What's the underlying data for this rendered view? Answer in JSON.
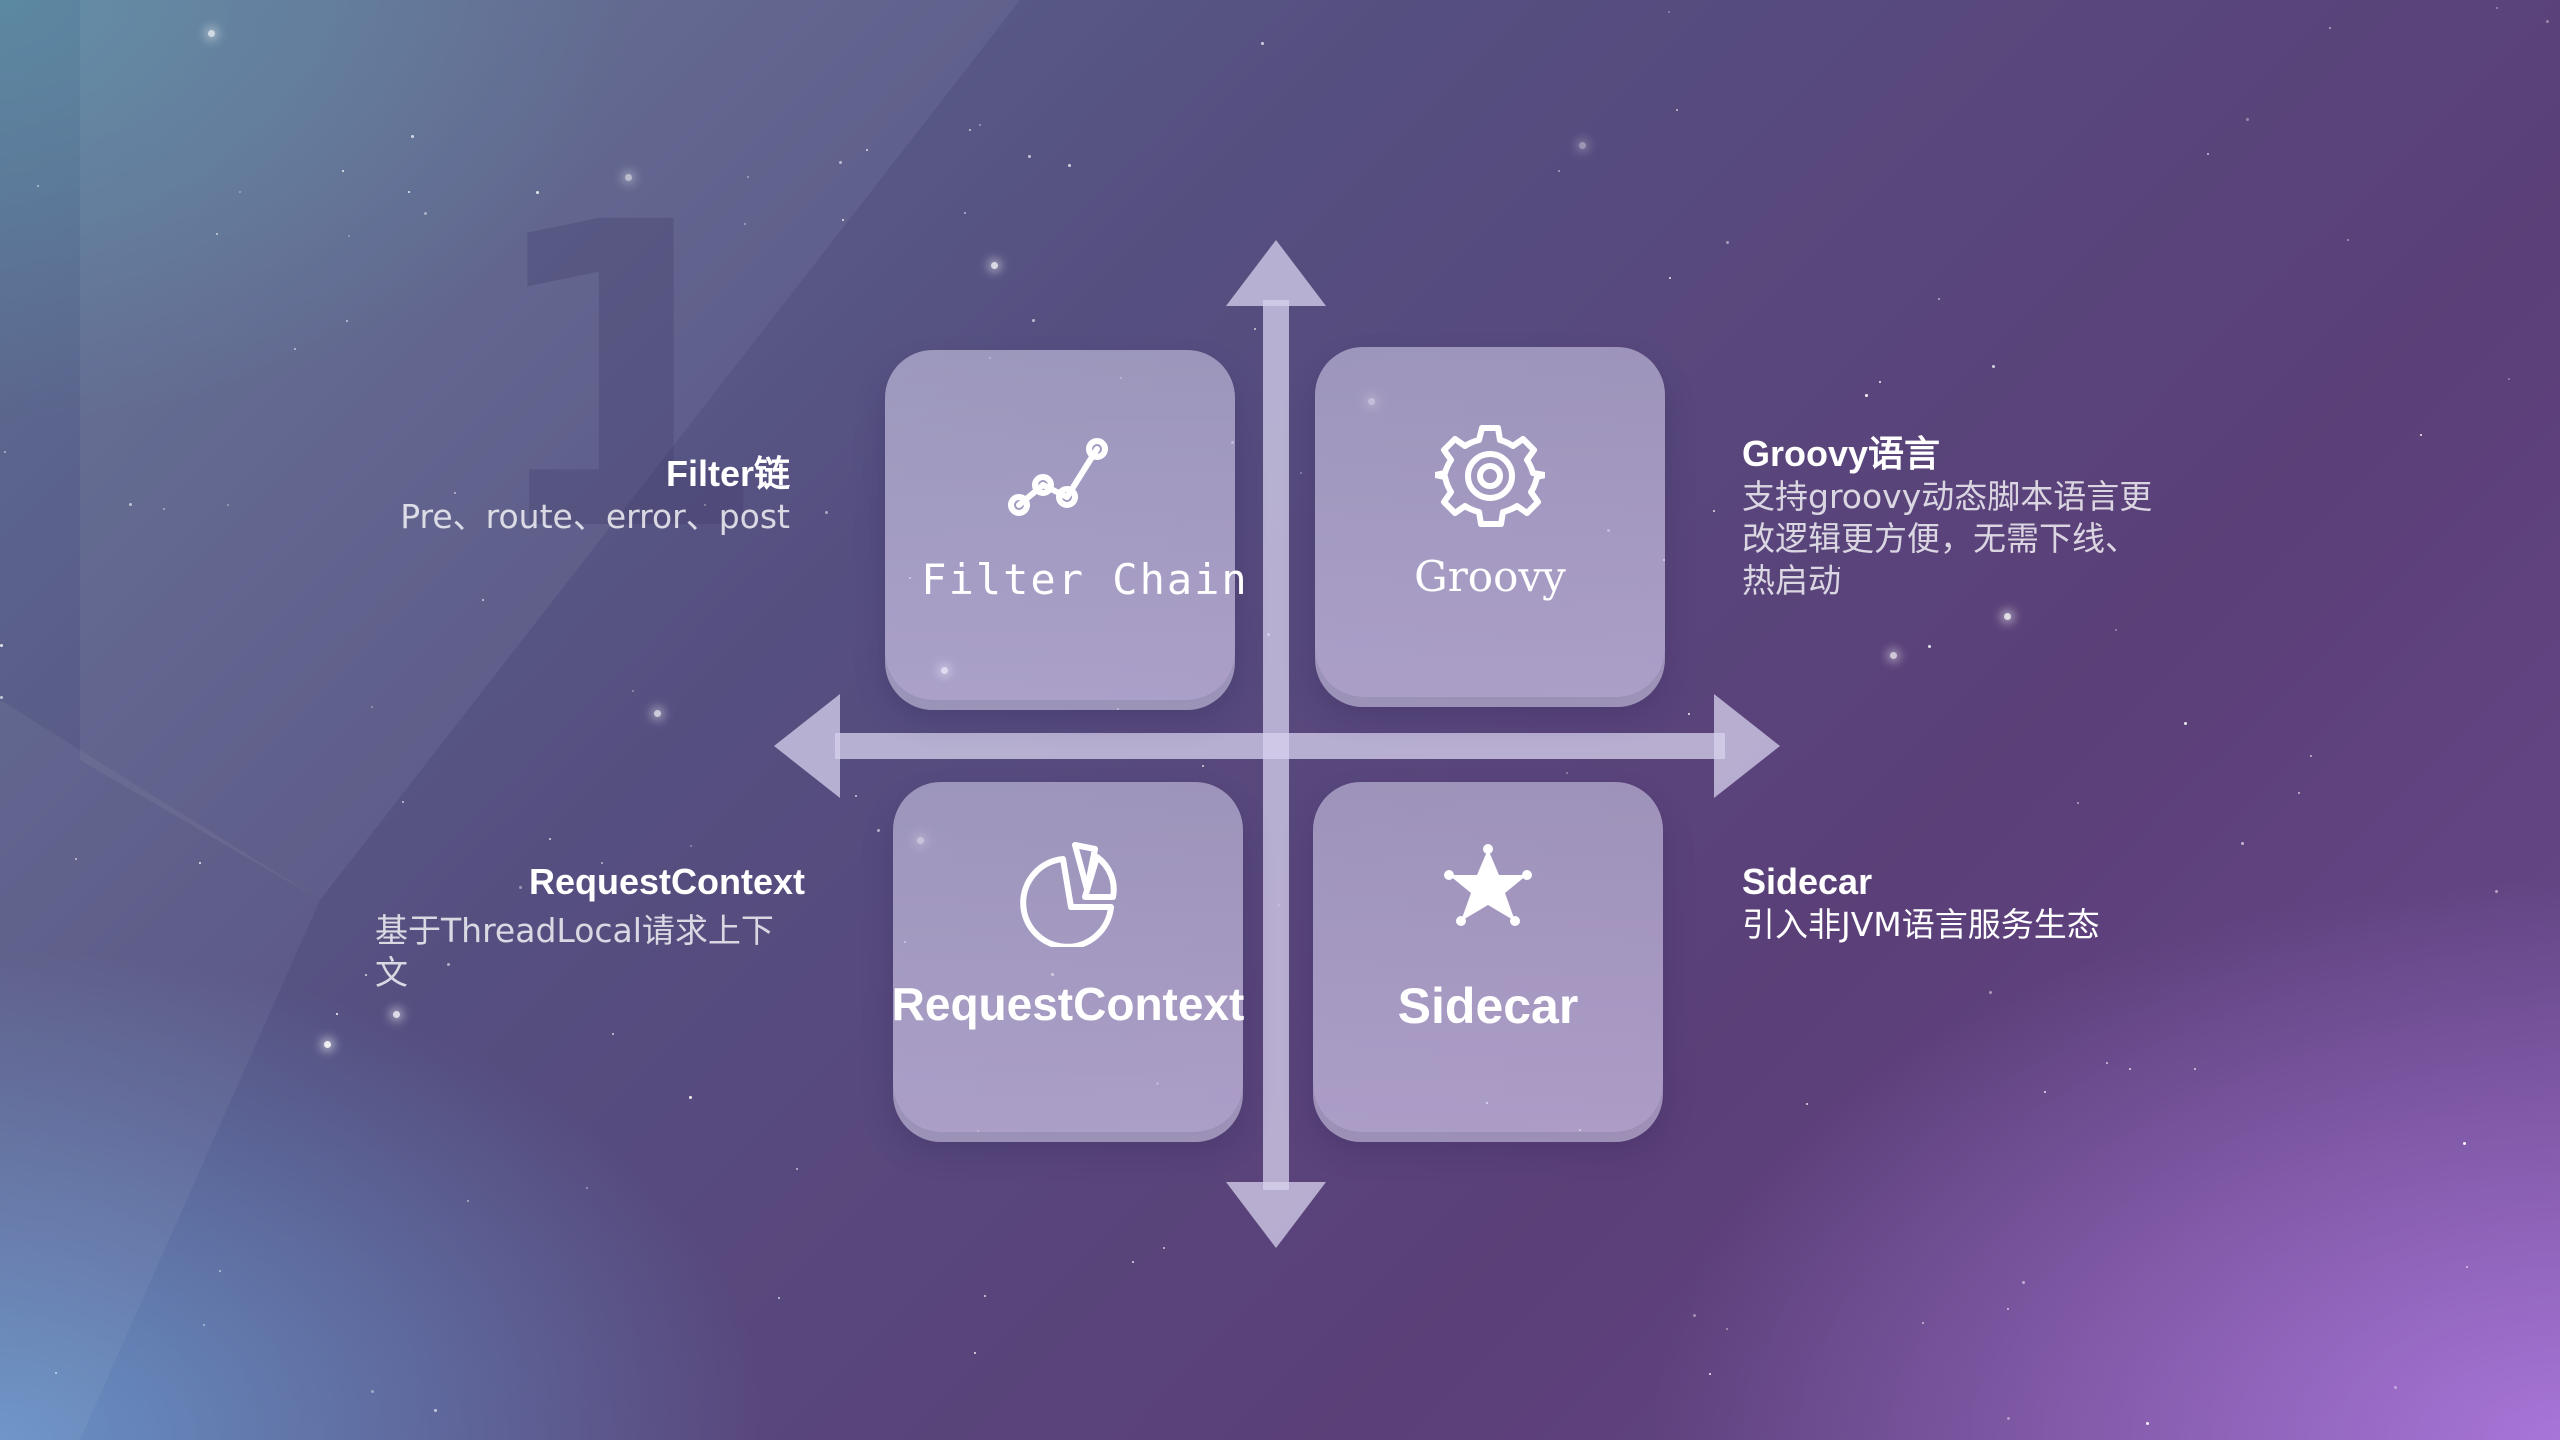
{
  "cards": {
    "filter_chain": {
      "title": "Filter Chain",
      "icon": "line-chart-icon"
    },
    "groovy": {
      "title": "Groovy",
      "icon": "gear-icon"
    },
    "request_context": {
      "title": "RequestContext",
      "icon": "pie-chart-icon"
    },
    "sidecar": {
      "title": "Sidecar",
      "icon": "sheriff-star-icon"
    }
  },
  "descriptions": {
    "filter_chain": {
      "heading": "Filter链",
      "body": "Pre、route、error、post"
    },
    "groovy": {
      "heading": "Groovy语言",
      "body": "支持groovy动态脚本语言更改逻辑更方便，无需下线、热启动"
    },
    "request_context": {
      "heading": "RequestContext",
      "body": "基于ThreadLocal请求上下文"
    },
    "sidecar": {
      "heading": "Sidecar",
      "body": "引入非JVM语言服务生态"
    }
  },
  "decor": {
    "big_number": "1"
  },
  "colors": {
    "text": "#ffffff",
    "card": "#c8c3e1",
    "arrow": "#d4d0ec"
  }
}
